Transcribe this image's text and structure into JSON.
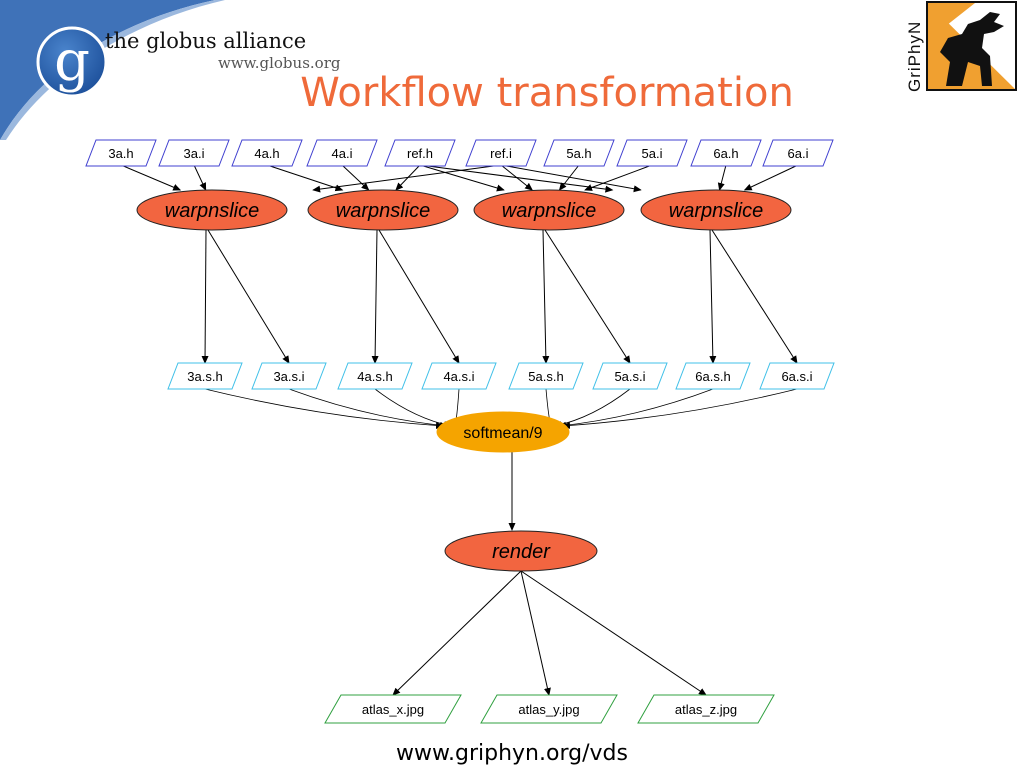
{
  "header": {
    "brand_letter": "g",
    "brand_name": "the globus alliance",
    "brand_url": "www.globus.org",
    "title": "Workflow transformation",
    "griphyn_label": "GriPhyN"
  },
  "colors": {
    "swoosh": "#3f72b8",
    "title": "#ef6a3a",
    "process_fill": "#f26540",
    "softmean_fill": "#f5a400",
    "input_border": "#4040d0",
    "intermediate_border": "#40c0e8",
    "output_border": "#30a040",
    "edge": "#000000"
  },
  "diagram": {
    "inputs": [
      "3a.h",
      "3a.i",
      "4a.h",
      "4a.i",
      "ref.h",
      "ref.i",
      "5a.h",
      "5a.i",
      "6a.h",
      "6a.i"
    ],
    "processes": [
      "warpnslice",
      "warpnslice",
      "warpnslice",
      "warpnslice"
    ],
    "intermediates": [
      "3a.s.h",
      "3a.s.i",
      "4a.s.h",
      "4a.s.i",
      "5a.s.h",
      "5a.s.i",
      "6a.s.h",
      "6a.s.i"
    ],
    "softmean": "softmean/9",
    "render": "render",
    "outputs": [
      "atlas_x.jpg",
      "atlas_y.jpg",
      "atlas_z.jpg"
    ]
  },
  "footer": {
    "url": "www.griphyn.org/vds"
  }
}
